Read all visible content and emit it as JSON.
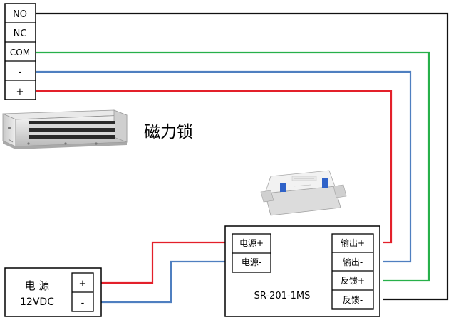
{
  "terminal_block": {
    "terminals": [
      "NO",
      "NC",
      "COM",
      "-",
      "+"
    ]
  },
  "lock": {
    "label": "磁力锁"
  },
  "power_supply": {
    "label": "电 源",
    "voltage": "12VDC",
    "terminals": [
      "+",
      "-"
    ]
  },
  "controller": {
    "model": "SR-201-1MS",
    "inputs": [
      "电源+",
      "电源-"
    ],
    "outputs": [
      "输出+",
      "输出-",
      "反馈+",
      "反馈-"
    ]
  },
  "wire_colors": {
    "red": "#e3202a",
    "blue": "#4f7fc0",
    "green": "#27b04a",
    "black": "#111111"
  }
}
